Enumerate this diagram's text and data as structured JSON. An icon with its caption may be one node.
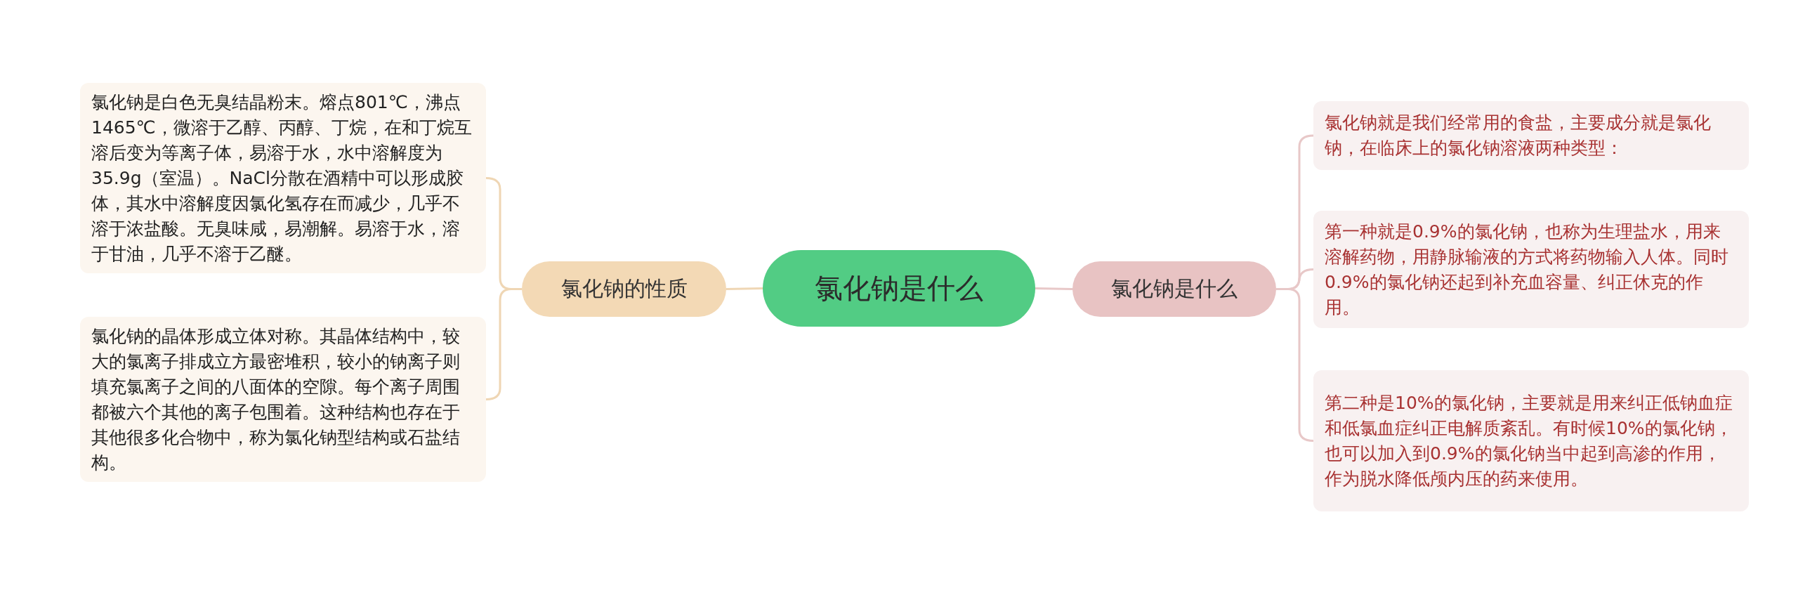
{
  "diagram": {
    "nodes": [
      {
        "text": [
          "氯化钠是什么"
        ]
      },
      {
        "text": [
          "氯化钠的性质"
        ]
      },
      {
        "text": [
          "氯化钠是白色无臭结晶粉末。熔点801℃，沸点1465℃，微溶于乙醇、丙醇、丁烷，在和丁烷互溶后变为等离子体，易溶于水，水中溶解度为35.9g（室温）。NaCl分散在酒精中可以形成胶体，其水中溶解度因氯化氢存在而减少，几乎不溶于浓盐酸。无臭味咸，易潮解。易溶于水，溶于甘油，几乎不溶于乙醚。"
        ]
      },
      {
        "text": [
          "氯化钠的晶体形成立体对称。其晶体结构中，较大的氯离子排成立方最密堆积，较小的钠离子则填充氯离子之间的八面体的空隙。每个离子周围都被六个其他的离子包围着。这种结构也存在于其他很多化合物中，称为氯化钠型结构或石盐结构。"
        ]
      },
      {
        "text": [
          "氯化钠是什么"
        ]
      },
      {
        "text": [
          "氯化钠就是我们经常用的食盐，主要成分就是氯化钠，在临床上的氯化钠溶液两种类型："
        ]
      },
      {
        "text": [
          "第一种就是0.9%的氯化钠，也称为生理盐水，用来溶解药物，用静脉输液的方式将药物输入人体。同时0.9%的氯化钠还起到补充血容量、纠正休克的作用。"
        ]
      },
      {
        "text": [
          "第二种是10%的氯化钠，主要就是用来纠正低钠血症和低氯血症纠正电解质紊乱。有时候10%的氯化钠，也可以加入到0.9%的氯化钠当中起到高渗的作用，作为脱水降低颅内压的药来使用。"
        ]
      }
    ],
    "edges": [
      {
        "from": 0,
        "to": 1,
        "arrow": "none",
        "color": "#efd6b4"
      },
      {
        "from": 1,
        "to": 2,
        "arrow": "none",
        "color": "#efd6b4"
      },
      {
        "from": 1,
        "to": 3,
        "arrow": "none",
        "color": "#efd6b4"
      },
      {
        "from": 0,
        "to": 4,
        "arrow": "none",
        "color": "#e8c8c8"
      },
      {
        "from": 4,
        "to": 5,
        "arrow": "none",
        "color": "#e8c8c8"
      },
      {
        "from": 4,
        "to": 6,
        "arrow": "none",
        "color": "#e8c8c8"
      },
      {
        "from": 4,
        "to": 7,
        "arrow": "none",
        "color": "#e8c8c8"
      }
    ]
  }
}
